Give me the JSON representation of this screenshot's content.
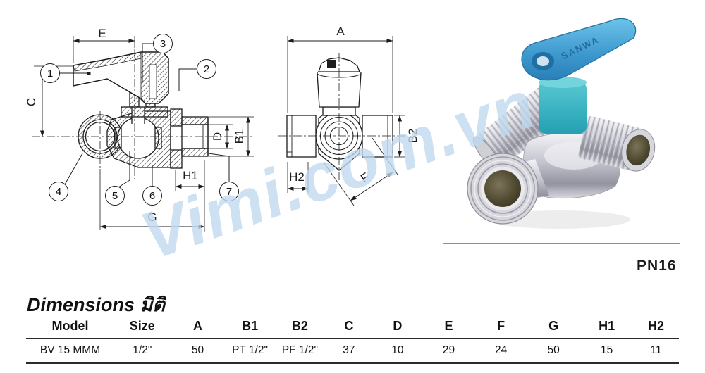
{
  "side_view": {
    "labels": {
      "E": "E",
      "C": "C",
      "D": "D",
      "B1": "B1",
      "H1": "H1",
      "G": "G"
    },
    "callouts": [
      "1",
      "2",
      "3",
      "4",
      "5",
      "6",
      "7"
    ]
  },
  "front_view": {
    "labels": {
      "A": "A",
      "B2": "B2",
      "H2": "H2",
      "F": "F"
    }
  },
  "photo": {
    "rating_label": "PN16",
    "handle_text": "SANWA"
  },
  "watermark": {
    "text": "Vimi.com.vn",
    "color": "#bfd9ef"
  },
  "dimensions": {
    "title": "Dimensions มิติ",
    "headers": [
      "Model",
      "Size",
      "A",
      "B1",
      "B2",
      "C",
      "D",
      "E",
      "F",
      "G",
      "H1",
      "H2"
    ],
    "rows": [
      [
        "BV 15 MMM",
        "1/2\"",
        "50",
        "PT 1/2\"",
        "PF 1/2\"",
        "37",
        "10",
        "29",
        "24",
        "50",
        "15",
        "11"
      ]
    ]
  },
  "colors": {
    "line": "#1d1d1d",
    "handle_blue": "#3f9fd4",
    "handle_teal": "#3fb6c4",
    "metal": "#c2c2cc"
  }
}
